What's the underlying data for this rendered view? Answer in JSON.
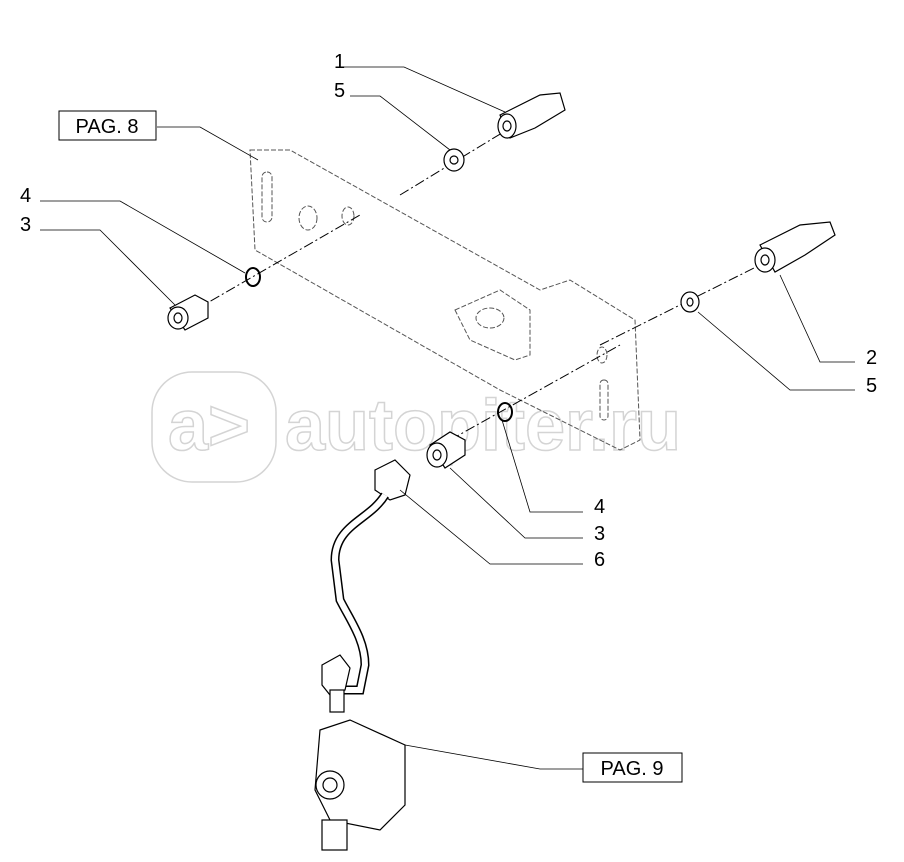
{
  "watermark": {
    "text": "autopiter.ru",
    "logo": "a>"
  },
  "page_refs": [
    {
      "label": "PAG. 8"
    },
    {
      "label": "PAG. 9"
    }
  ],
  "callouts": [
    "1",
    "5",
    "4",
    "3",
    "2",
    "5",
    "4",
    "3",
    "6"
  ]
}
